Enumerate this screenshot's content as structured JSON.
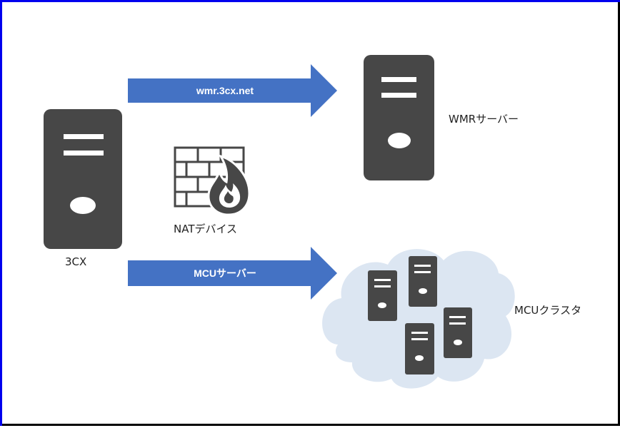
{
  "nodes": {
    "source_server": {
      "label": "3CX"
    },
    "wmr_server": {
      "label": "WMRサーバー"
    },
    "nat_device": {
      "label": "NATデバイス"
    },
    "mcu_cluster": {
      "label": "MCUクラスタ"
    }
  },
  "arrows": {
    "top": {
      "label": "wmr.3cx.net"
    },
    "bottom": {
      "label": "MCUサーバー"
    }
  },
  "colors": {
    "server": "#474747",
    "arrow": "#4472c4",
    "cloud": "#dce6f2",
    "frame": "#0000ee"
  }
}
